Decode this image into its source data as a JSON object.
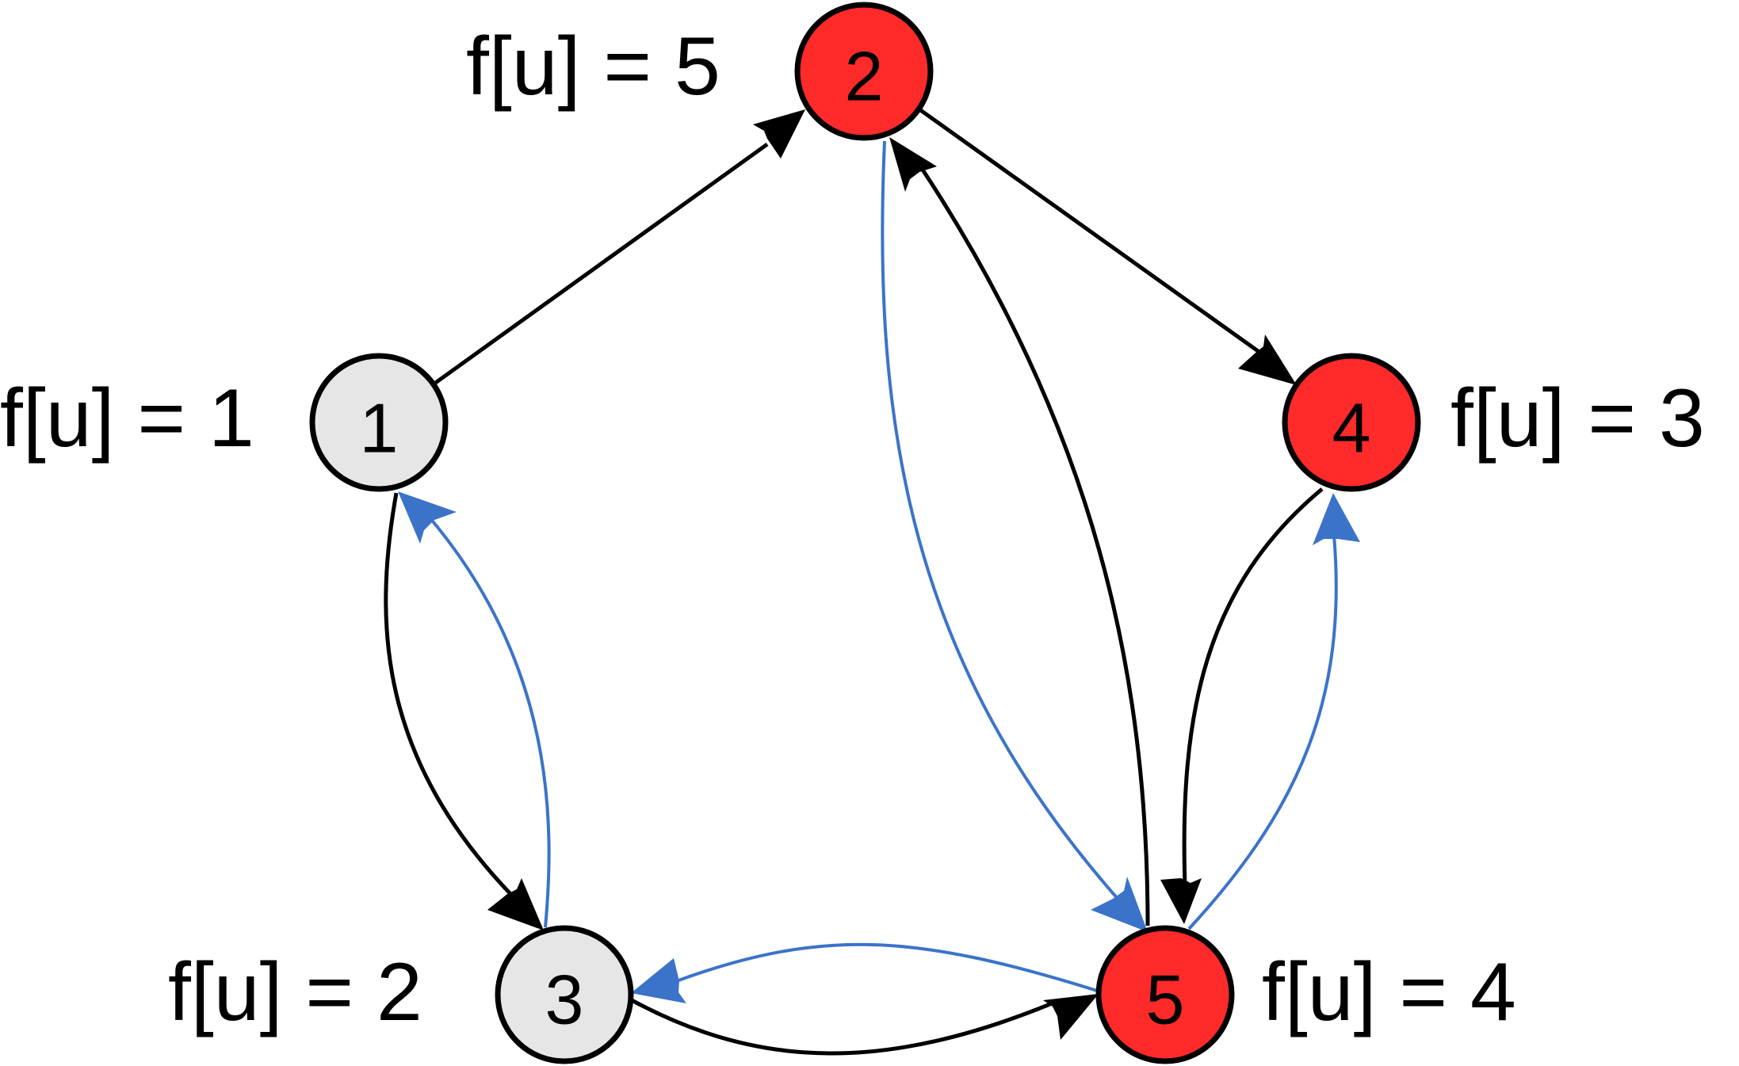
{
  "colors": {
    "visited_fill": "#ff2a2a",
    "unvisited_fill": "#e6e6e6",
    "node_stroke": "#000000",
    "forward_edge": "#000000",
    "reverse_edge": "#3b73c9"
  },
  "nodes": [
    {
      "id": "1",
      "label": "1",
      "f_label": "f[u] = 1",
      "state": "unvisited"
    },
    {
      "id": "2",
      "label": "2",
      "f_label": "f[u] = 5",
      "state": "visited"
    },
    {
      "id": "3",
      "label": "3",
      "f_label": "f[u] = 2",
      "state": "unvisited"
    },
    {
      "id": "4",
      "label": "4",
      "f_label": "f[u] = 3",
      "state": "visited"
    },
    {
      "id": "5",
      "label": "5",
      "f_label": "f[u] = 4",
      "state": "visited"
    }
  ],
  "edges": [
    {
      "from": "1",
      "to": "2",
      "color": "forward_edge"
    },
    {
      "from": "2",
      "to": "4",
      "color": "forward_edge"
    },
    {
      "from": "1",
      "to": "3",
      "color": "forward_edge"
    },
    {
      "from": "3",
      "to": "1",
      "color": "reverse_edge"
    },
    {
      "from": "5",
      "to": "2",
      "color": "forward_edge"
    },
    {
      "from": "2",
      "to": "5",
      "color": "reverse_edge"
    },
    {
      "from": "4",
      "to": "5",
      "color": "forward_edge"
    },
    {
      "from": "5",
      "to": "4",
      "color": "reverse_edge"
    },
    {
      "from": "3",
      "to": "5",
      "color": "forward_edge"
    },
    {
      "from": "5",
      "to": "3",
      "color": "reverse_edge"
    }
  ]
}
